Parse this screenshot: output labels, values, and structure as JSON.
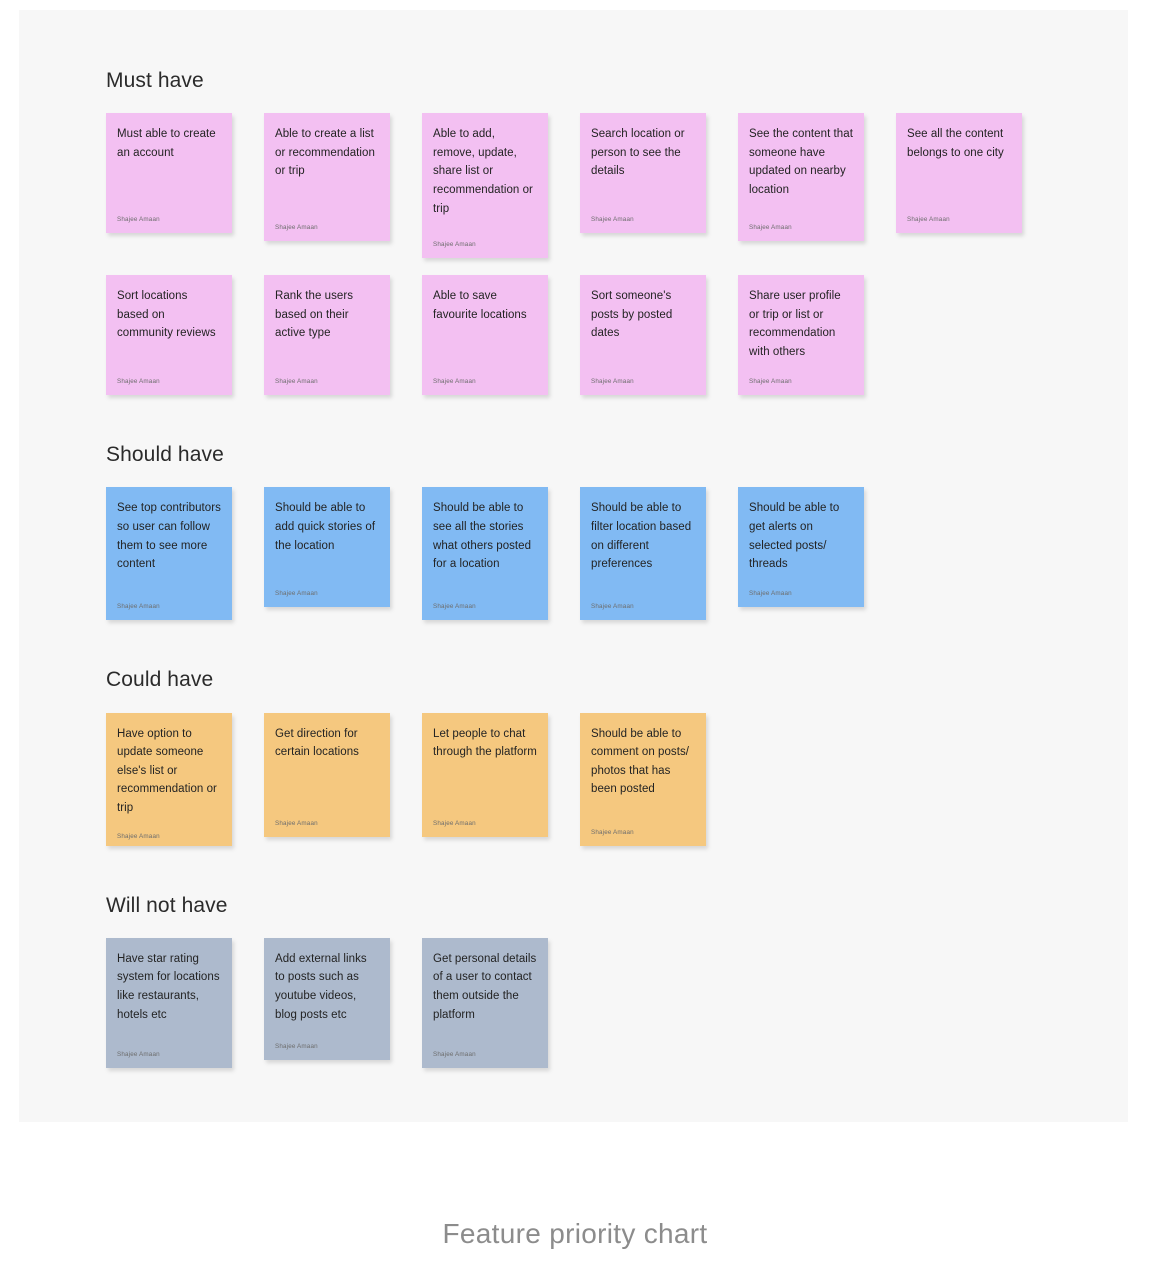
{
  "caption": "Feature priority chart",
  "colors": {
    "background": "#ffffff",
    "canvas": "#f7f7f7",
    "must_have": "#f3c0f2",
    "should_have": "#81baf3",
    "could_have": "#f5c87f",
    "will_not_have": "#adbacd",
    "heading_text": "#2b2b2b",
    "card_text": "#232323",
    "author_text": "#6d6d6d",
    "caption_text": "#8c8c8c"
  },
  "sections": [
    {
      "title": "Must have",
      "color_key": "must_have",
      "cards": [
        {
          "text": "Must able to create an account",
          "author": "Shajee Amaan",
          "height": 120
        },
        {
          "text": "Able to create a list or recommendation or trip",
          "author": "Shajee Amaan",
          "height": 128
        },
        {
          "text": "Able to add, remove, update, share list or recommendation or trip",
          "author": "Shajee Amaan",
          "height": 145
        },
        {
          "text": "Search location or person to see the details",
          "author": "Shajee Amaan",
          "height": 120
        },
        {
          "text": "See the content that someone have updated on nearby location",
          "author": "Shajee Amaan",
          "height": 128
        },
        {
          "text": "See all the content belongs to one city",
          "author": "Shajee Amaan",
          "height": 120
        },
        {
          "text": "Sort locations based on community reviews",
          "author": "Shajee Amaan",
          "height": 120
        },
        {
          "text": "Rank the users based on their active type",
          "author": "Shajee Amaan",
          "height": 120
        },
        {
          "text": "Able to save favourite locations",
          "author": "Shajee Amaan",
          "height": 120
        },
        {
          "text": "Sort someone's posts by posted dates",
          "author": "Shajee Amaan",
          "height": 120
        },
        {
          "text": "Share user profile or trip or list or recommendation with others",
          "author": "Shajee Amaan",
          "height": 120
        }
      ]
    },
    {
      "title": "Should have",
      "color_key": "should_have",
      "cards": [
        {
          "text": "See top contributors so user can follow them to see more content",
          "author": "Shajee Amaan",
          "height": 133
        },
        {
          "text": "Should be able to add quick stories of the location",
          "author": "Shajee Amaan",
          "height": 120
        },
        {
          "text": "Should be able to see all the stories what others posted for a location",
          "author": "Shajee Amaan",
          "height": 133
        },
        {
          "text": "Should be able to filter location based on different preferences",
          "author": "Shajee Amaan",
          "height": 133
        },
        {
          "text": "Should be able to get alerts on selected posts/ threads",
          "author": "Shajee Amaan",
          "height": 120
        }
      ]
    },
    {
      "title": "Could have",
      "color_key": "could_have",
      "cards": [
        {
          "text": "Have option to update someone else's list or recommendation or trip",
          "author": "Shajee Amaan",
          "height": 133
        },
        {
          "text": "Get direction for certain locations",
          "author": "Shajee Amaan",
          "height": 124
        },
        {
          "text": "Let people to chat through the platform",
          "author": "Shajee Amaan",
          "height": 124
        },
        {
          "text": "Should be able to comment on posts/ photos that has been posted",
          "author": "Shajee Amaan",
          "height": 133
        }
      ]
    },
    {
      "title": "Will not have",
      "color_key": "will_not_have",
      "cards": [
        {
          "text": "Have star rating system for locations like restaurants, hotels etc",
          "author": "Shajee Amaan",
          "height": 130
        },
        {
          "text": "Add external links to posts such as youtube videos, blog posts etc",
          "author": "Shajee Amaan",
          "height": 122
        },
        {
          "text": "Get personal details of a user to contact them outside the platform",
          "author": "Shajee Amaan",
          "height": 130
        }
      ]
    }
  ]
}
